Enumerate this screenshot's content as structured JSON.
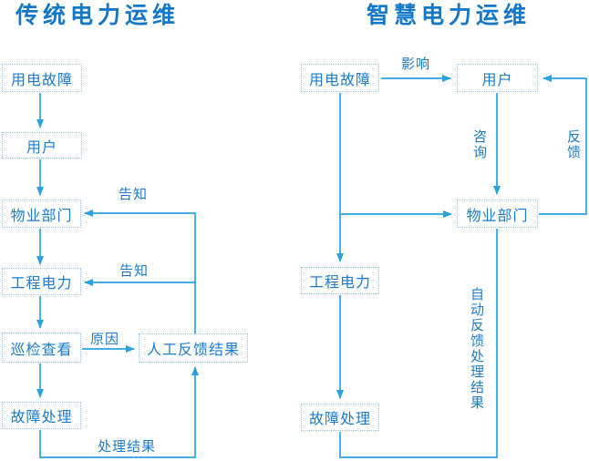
{
  "colors": {
    "title_text": "#1478c8",
    "node_text": "#1b7ccd",
    "node_border": "#8ac6ec",
    "connector_line": "#2aa2e0",
    "background": "#ffffff"
  },
  "left_chart": {
    "title": "传统电力运维",
    "nodes": {
      "fault": "用电故障",
      "user": "用户",
      "property": "物业部门",
      "engineering": "工程电力",
      "inspection": "巡检查看",
      "handling": "故障处理",
      "manual_feedback": "人工反馈结果"
    },
    "edge_labels": {
      "notify_property": "告知",
      "notify_engineering": "告知",
      "reason": "原因",
      "handle_result": "处理结果"
    }
  },
  "right_chart": {
    "title": "智慧电力运维",
    "nodes": {
      "fault": "用电故障",
      "user": "用户",
      "property": "物业部门",
      "engineering": "工程电力",
      "handling": "故障处理"
    },
    "edge_labels": {
      "impact": "影响",
      "consult": "咨询",
      "feedback": "反馈",
      "auto_feedback": "自动反馈处理结果"
    }
  }
}
